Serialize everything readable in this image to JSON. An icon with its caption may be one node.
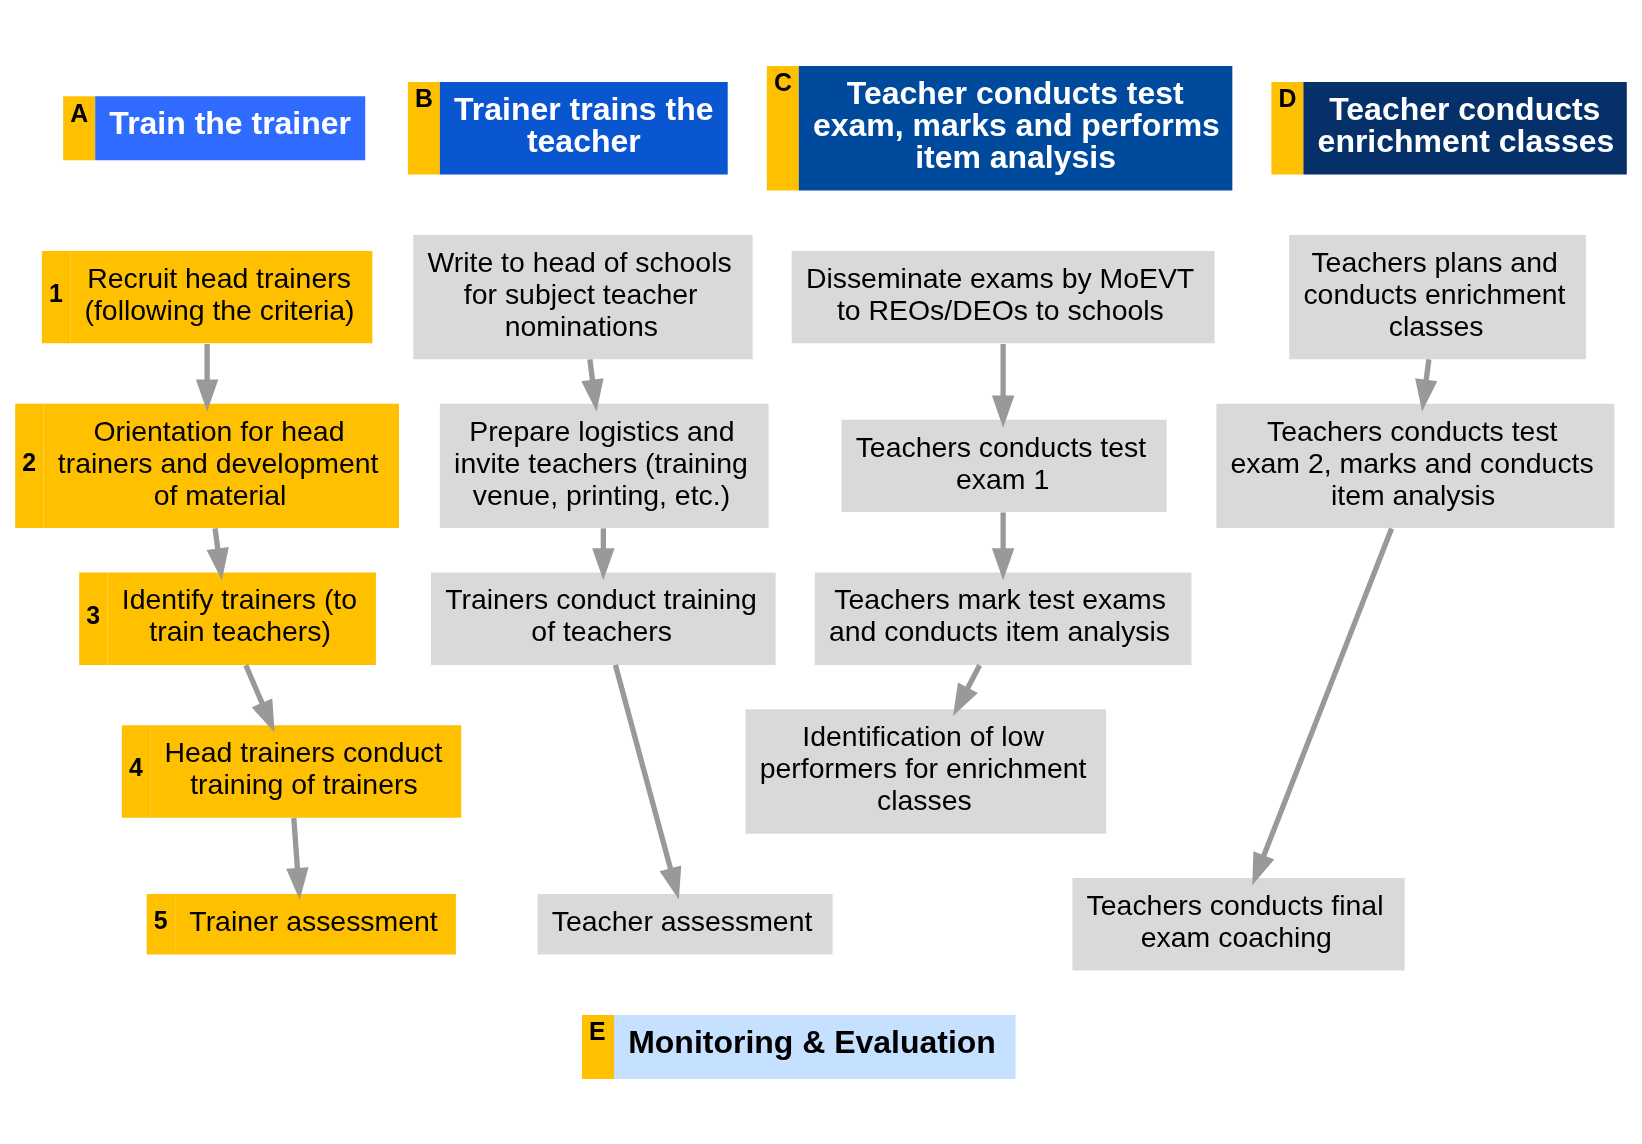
{
  "diagram": {
    "nodes": [
      {
        "text": [
          "Train the trainer"
        ],
        "beside": [
          "A"
        ]
      },
      {
        "text": [
          "Recruit head trainers (following the criteria)"
        ],
        "beside": [
          "1"
        ]
      },
      {
        "text": [
          "Orientation for head trainers and development of material"
        ],
        "beside": [
          "2"
        ]
      },
      {
        "text": [
          "Identify trainers (to train teachers)"
        ],
        "beside": [
          "3"
        ]
      },
      {
        "text": [
          "Head trainers conduct training of trainers"
        ],
        "beside": [
          "4"
        ]
      },
      {
        "text": [
          "Trainer assessment"
        ],
        "beside": [
          "5"
        ]
      },
      {
        "text": [
          "Trainer trains the teacher"
        ],
        "beside": [
          "B"
        ]
      },
      {
        "text": [
          "Write to head of schools for subject teacher nominations"
        ]
      },
      {
        "text": [
          "Prepare logistics and invite teachers (training venue, printing, etc.)"
        ]
      },
      {
        "text": [
          "Trainers conduct training of teachers"
        ]
      },
      {
        "text": [
          "Teacher assessment"
        ]
      },
      {
        "text": [
          "Teacher conducts test exam, marks and performs item analysis"
        ],
        "beside": [
          "C"
        ]
      },
      {
        "text": [
          "Disseminate exams by MoEVT to REOs/DEOs to schools"
        ]
      },
      {
        "text": [
          "Teachers conducts test exam 1"
        ]
      },
      {
        "text": [
          "Teachers mark test exams and conducts item analysis"
        ]
      },
      {
        "text": [
          "Identification of low performers for enrichment classes"
        ]
      },
      {
        "text": [
          "Teacher conducts enrichment classes"
        ],
        "beside": [
          "D"
        ]
      },
      {
        "text": [
          "Teachers plans and conducts enrichment classes"
        ]
      },
      {
        "text": [
          "Teachers conducts test exam 2, marks and conducts item analysis"
        ]
      },
      {
        "text": [
          "Teachers conducts final exam coaching"
        ]
      },
      {
        "text": [
          "Monitoring & Evaluation"
        ],
        "beside": [
          "E"
        ]
      }
    ],
    "edges": [
      {
        "from": 1,
        "to": 2,
        "arrow": "to"
      },
      {
        "from": 2,
        "to": 3,
        "arrow": "to"
      },
      {
        "from": 3,
        "to": 4,
        "arrow": "to"
      },
      {
        "from": 4,
        "to": 5,
        "arrow": "to"
      },
      {
        "from": 7,
        "to": 8,
        "arrow": "to"
      },
      {
        "from": 8,
        "to": 9,
        "arrow": "to"
      },
      {
        "from": 9,
        "to": 10,
        "arrow": "to"
      },
      {
        "from": 12,
        "to": 13,
        "arrow": "to"
      },
      {
        "from": 13,
        "to": 14,
        "arrow": "to"
      },
      {
        "from": 14,
        "to": 15,
        "arrow": "to"
      },
      {
        "from": 17,
        "to": 18,
        "arrow": "to"
      },
      {
        "from": 18,
        "to": 19,
        "arrow": "to"
      }
    ]
  }
}
